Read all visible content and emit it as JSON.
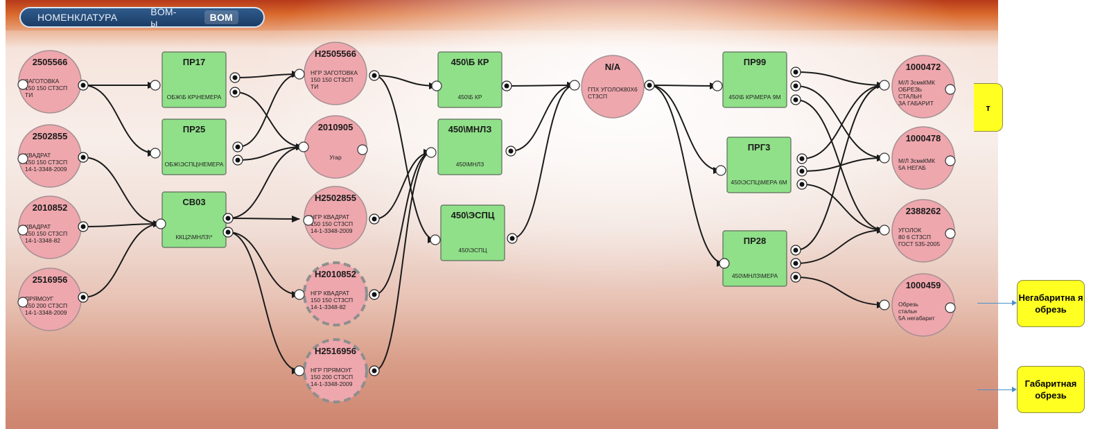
{
  "tabs": [
    {
      "label": "НОМЕНКЛАТУРА",
      "active": false
    },
    {
      "label": "BOM-ы",
      "active": false
    },
    {
      "label": "BOM",
      "active": true
    }
  ],
  "colors": {
    "material": "#eea7ad",
    "process": "#90e089",
    "callout": "#ffff22",
    "tab_bar": "#1c3d66",
    "edge": "#1a1a1a"
  },
  "materials": [
    {
      "id": "m2505566",
      "code": "2505566",
      "desc": [
        "ЗАГОТОВКА",
        "150 150 СТ3СП",
        "ТИ"
      ]
    },
    {
      "id": "m2502855",
      "code": "2502855",
      "desc": [
        "КВАДРАТ",
        "150 150 СТ3СП",
        "14-1-3348-2009"
      ]
    },
    {
      "id": "m2010852",
      "code": "2010852",
      "desc": [
        "КВАДРАТ",
        "150 150 СТ3СП",
        "14-1-3348-82"
      ]
    },
    {
      "id": "m2516956",
      "code": "2516956",
      "desc": [
        "ПРЯМОУГ",
        "150 200 СТ3СП",
        "14-1-3348-2009"
      ]
    },
    {
      "id": "mH2505566",
      "code": "Н2505566",
      "desc": [
        "НГР ЗАГОТОВКА",
        "150 150 СТ3СП",
        "ТИ"
      ]
    },
    {
      "id": "m2010905",
      "code": "2010905",
      "desc": [
        "Угар"
      ]
    },
    {
      "id": "mH2502855",
      "code": "Н2502855",
      "desc": [
        "НГР КВАДРАТ",
        "150 150 СТ3СП",
        "14-1-3348-2009"
      ]
    },
    {
      "id": "mH2010852",
      "code": "Н2010852",
      "desc": [
        "НГР КВАДРАТ",
        "150 150 СТ3СП",
        "14-1-3348-82"
      ]
    },
    {
      "id": "mH2516956",
      "code": "Н2516956",
      "desc": [
        "НГР ПРЯМОУГ",
        "150 200 СТ3СП",
        "14-1-3348-2009"
      ]
    },
    {
      "id": "mNA",
      "code": "N/A",
      "desc": [
        "ГПХ УГОЛОК80Х6",
        "СТ3СП"
      ]
    },
    {
      "id": "m1000472",
      "code": "1000472",
      "desc": [
        "М/Л 3смкКМК",
        "ОБРЕЗЬ",
        "СТАЛЬН",
        "ЗА ГАБАРИТ"
      ]
    },
    {
      "id": "m1000478",
      "code": "1000478",
      "desc": [
        "М/Л 3смкКМК",
        "5А НЕГАБ"
      ]
    },
    {
      "id": "m2388262",
      "code": "2388262",
      "desc": [
        "УГОЛОК",
        "80 6 СТ3СП",
        "ГОСТ 535-2005"
      ]
    },
    {
      "id": "m1000459",
      "code": "1000459",
      "desc": [
        "Обрезь",
        "стальн",
        "5А негабарит"
      ]
    }
  ],
  "processes": [
    {
      "id": "pPR17",
      "code": "ПР17",
      "desc": "ОБЖ\\Б КР\\НЕМЕРА"
    },
    {
      "id": "pPR25",
      "code": "ПР25",
      "desc": "ОБЖ\\ЭСПЦ\\НЕМЕРА"
    },
    {
      "id": "pSV03",
      "code": "СВ03",
      "desc": "ККЦ2\\МНЛЗ\\*"
    },
    {
      "id": "p450BKR",
      "code": "450\\Б КР",
      "desc": "450\\Б КР"
    },
    {
      "id": "p450MNLZ",
      "code": "450\\МНЛЗ",
      "desc": "450\\МНЛЗ"
    },
    {
      "id": "p450ESPC",
      "code": "450\\ЭСПЦ",
      "desc": "450\\ЭСПЦ"
    },
    {
      "id": "pPR99",
      "code": "ПР99",
      "desc": "450\\Б КР\\МЕРА 9М"
    },
    {
      "id": "pPRG3",
      "code": "ПРГ3",
      "desc": "450\\ЭСПЦ\\МЕРА 6М"
    },
    {
      "id": "pPR28",
      "code": "ПР28",
      "desc": "450\\МНЛЗ\\МЕРА"
    }
  ],
  "callouts": [
    {
      "id": "c1",
      "text": "т"
    },
    {
      "id": "c2",
      "text": "Негабаритна я обрезь"
    },
    {
      "id": "c3",
      "text": "Габаритная обрезь"
    }
  ]
}
